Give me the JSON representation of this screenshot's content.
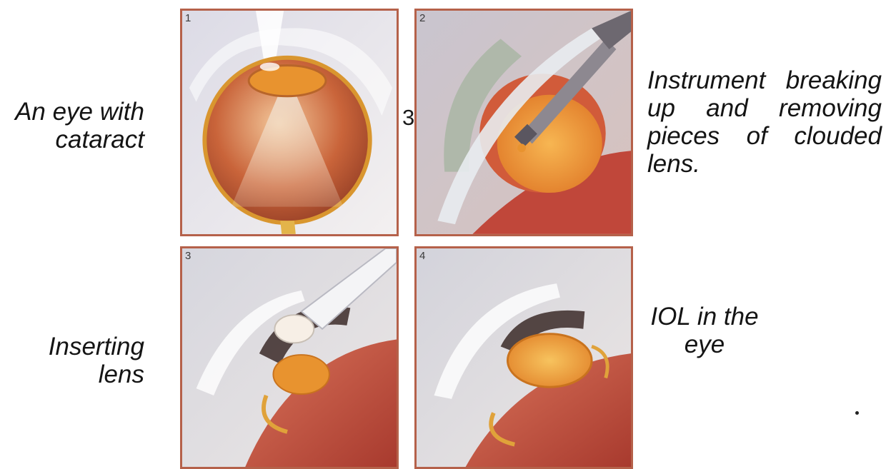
{
  "captions": {
    "step1": "An eye with cataract",
    "step2": "Instrument breaking up and removing pieces of clouded lens.",
    "step3": "Inserting lens",
    "step4": "IOL in the eye"
  },
  "panels": [
    {
      "number": "1"
    },
    {
      "number": "2"
    },
    {
      "number": "3"
    },
    {
      "number": "4"
    }
  ],
  "stray_label": "3",
  "colors": {
    "panel_border": "#b5614a",
    "lens_orange": "#e8932f",
    "tissue_red": "#c0473a",
    "cornea_grey": "#cfd3da"
  }
}
